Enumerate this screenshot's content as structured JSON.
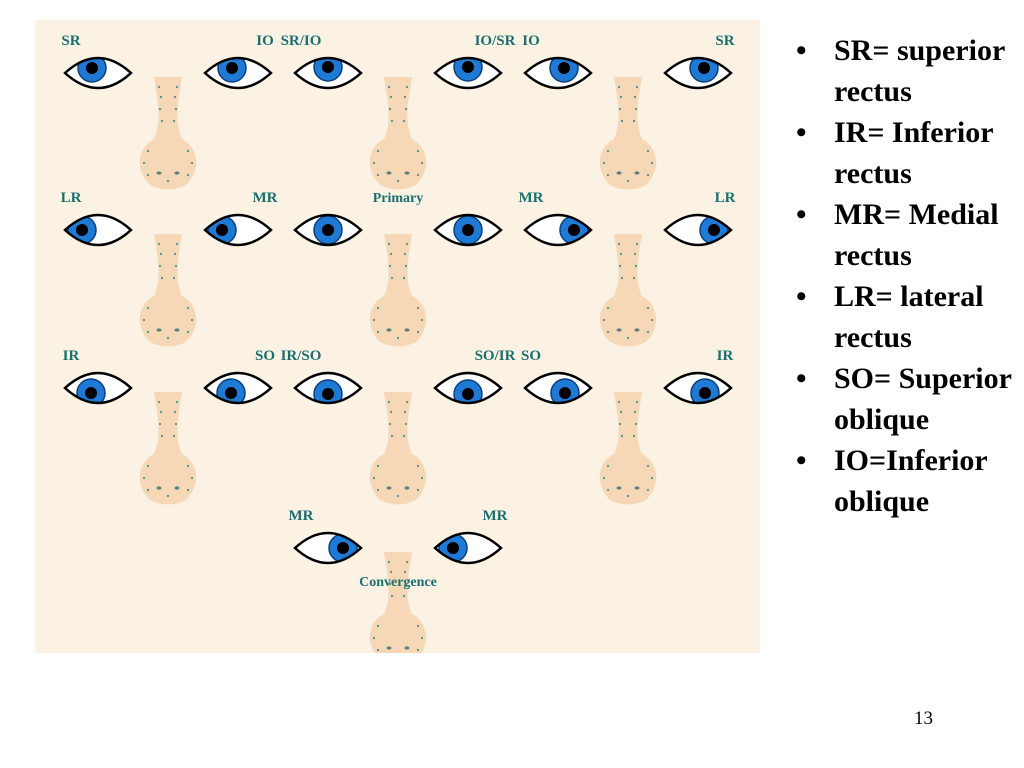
{
  "diagram": {
    "accent_colors": {
      "background": "#fbf2e4",
      "skin": "#f7d8b6",
      "iris": "#1f7ad6",
      "pupil": "#000000",
      "label": "#1a6f6f"
    },
    "cells": [
      {
        "left_label": "SR",
        "right_label": "IO",
        "center_label": "",
        "gaze": "up-left"
      },
      {
        "left_label": "SR/IO",
        "right_label": "IO/SR",
        "center_label": "",
        "gaze": "up"
      },
      {
        "left_label": "IO",
        "right_label": "SR",
        "center_label": "",
        "gaze": "up-right"
      },
      {
        "left_label": "LR",
        "right_label": "MR",
        "center_label": "",
        "gaze": "left"
      },
      {
        "left_label": "",
        "right_label": "",
        "center_label": "Primary",
        "gaze": "center"
      },
      {
        "left_label": "MR",
        "right_label": "LR",
        "center_label": "",
        "gaze": "right"
      },
      {
        "left_label": "IR",
        "right_label": "SO",
        "center_label": "",
        "gaze": "down-left"
      },
      {
        "left_label": "IR/SO",
        "right_label": "SO/IR",
        "center_label": "",
        "gaze": "down"
      },
      {
        "left_label": "SO",
        "right_label": "IR",
        "center_label": "",
        "gaze": "down-right"
      },
      {
        "left_label": "MR",
        "right_label": "MR",
        "center_label": "Convergence",
        "gaze": "convergence"
      }
    ]
  },
  "legend": [
    {
      "bullet": "•",
      "text": "SR= superior rectus"
    },
    {
      "bullet": "•",
      "text": "IR= Inferior rectus"
    },
    {
      "bullet": "•",
      "text": "MR= Medial rectus"
    },
    {
      "bullet": "•",
      "text": "LR= lateral rectus"
    },
    {
      "bullet": "•",
      "text": "SO= Superior oblique"
    },
    {
      "bullet": "•",
      "text": "IO=Inferior oblique"
    }
  ],
  "page_number": "13"
}
